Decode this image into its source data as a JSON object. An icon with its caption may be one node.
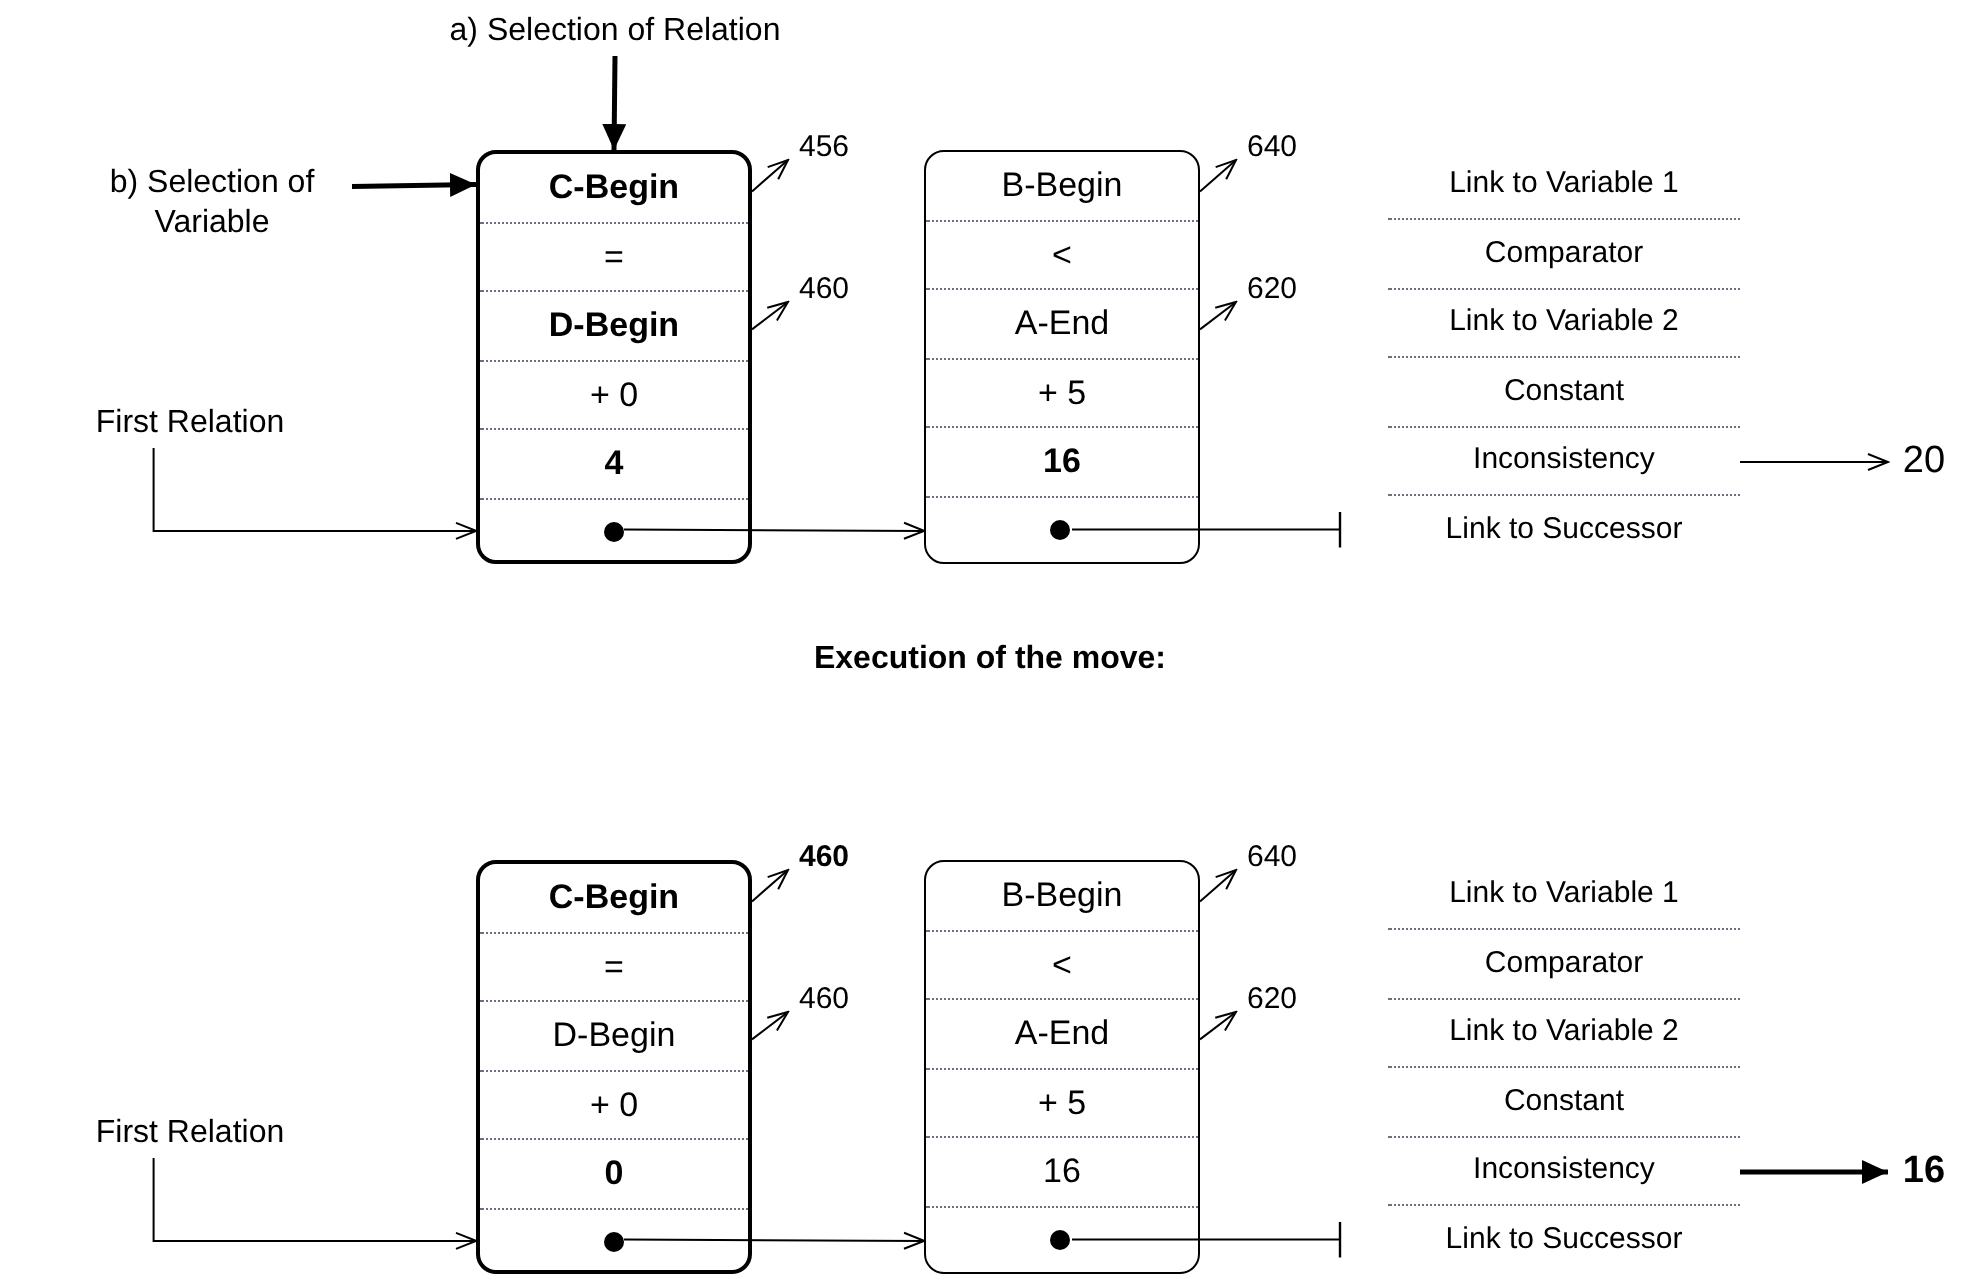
{
  "diagram": {
    "nodes": [
      {
        "text": [
          "a) Selection of Relation"
        ]
      },
      {
        "text": [
          "b) Selection of Variable"
        ]
      },
      {
        "text": [
          "First Relation"
        ]
      },
      {
        "text": [],
        "shape": "box"
      },
      {
        "text": [
          "**C-Begin**"
        ],
        "in": 3
      },
      {
        "text": [
          "="
        ],
        "in": 3
      },
      {
        "text": [
          "**D-Begin**"
        ],
        "in": 3
      },
      {
        "text": [
          "+ 0"
        ],
        "in": 3
      },
      {
        "text": [
          "**4**"
        ],
        "in": 3
      },
      {
        "text": [],
        "shape": "circle",
        "in": 3
      },
      {
        "text": [
          "456"
        ]
      },
      {
        "text": [
          "460"
        ]
      },
      {
        "text": [],
        "shape": "box"
      },
      {
        "text": [
          "B-Begin"
        ],
        "in": 12
      },
      {
        "text": [
          "<"
        ],
        "in": 12
      },
      {
        "text": [
          "A-End"
        ],
        "in": 12
      },
      {
        "text": [
          "+ 5"
        ],
        "in": 12
      },
      {
        "text": [
          "**16**"
        ],
        "in": 12
      },
      {
        "text": [],
        "shape": "circle",
        "in": 12
      },
      {
        "text": [
          "640"
        ]
      },
      {
        "text": [
          "620"
        ]
      },
      {
        "text": [
          "Link to Variable 1"
        ]
      },
      {
        "text": [
          "Comparator"
        ]
      },
      {
        "text": [
          "Link to Variable 2"
        ]
      },
      {
        "text": [
          "Constant"
        ]
      },
      {
        "text": [
          "Inconsistency"
        ]
      },
      {
        "text": [
          "20"
        ]
      },
      {
        "text": [
          "Link to Successor"
        ]
      },
      {
        "text": [
          "First Relation"
        ]
      },
      {
        "text": [],
        "shape": "box"
      },
      {
        "text": [
          "**C-Begin**"
        ],
        "in": 29
      },
      {
        "text": [
          "="
        ],
        "in": 29
      },
      {
        "text": [
          "D-Begin"
        ],
        "in": 29
      },
      {
        "text": [
          "+ 0"
        ],
        "in": 29
      },
      {
        "text": [
          "**0**"
        ],
        "in": 29
      },
      {
        "text": [],
        "shape": "circle",
        "in": 29
      },
      {
        "text": [
          "**460**"
        ]
      },
      {
        "text": [
          "460"
        ]
      },
      {
        "text": [],
        "shape": "box"
      },
      {
        "text": [
          "B-Begin"
        ],
        "in": 38
      },
      {
        "text": [
          "<"
        ],
        "in": 38
      },
      {
        "text": [
          "A-End"
        ],
        "in": 38
      },
      {
        "text": [
          "+ 5"
        ],
        "in": 38
      },
      {
        "text": [
          "16"
        ],
        "in": 38
      },
      {
        "text": [],
        "shape": "circle",
        "in": 38
      },
      {
        "text": [
          "640"
        ]
      },
      {
        "text": [
          "620"
        ]
      },
      {
        "text": [
          "Link to Variable 1"
        ]
      },
      {
        "text": [
          "Comparator"
        ]
      },
      {
        "text": [
          "Link to Variable 2"
        ]
      },
      {
        "text": [
          "Constant"
        ]
      },
      {
        "text": [
          "Inconsistency"
        ]
      },
      {
        "text": [
          "**16**"
        ]
      },
      {
        "text": [
          "Link to Successor"
        ]
      }
    ],
    "edges": [
      {
        "from": 0,
        "to": 3,
        "arrow": "to",
        "style": "thick"
      },
      {
        "from": 1,
        "to": 4,
        "arrow": "to",
        "style": "thick"
      },
      {
        "from": 2,
        "to": 3,
        "arrow": "to"
      },
      {
        "from": 4,
        "to": 10,
        "arrow": "to"
      },
      {
        "from": 6,
        "to": 11,
        "arrow": "to"
      },
      {
        "from": 9,
        "to": 12,
        "arrow": "to"
      },
      {
        "from": 13,
        "to": 19,
        "arrow": "to"
      },
      {
        "from": 15,
        "to": 20,
        "arrow": "to"
      },
      {
        "from": 18,
        "to": null,
        "arrow": "other"
      },
      {
        "from": 25,
        "to": 26,
        "arrow": "to"
      },
      {
        "from": 28,
        "to": 29,
        "arrow": "to"
      },
      {
        "from": 30,
        "to": 36,
        "arrow": "to"
      },
      {
        "from": 32,
        "to": 37,
        "arrow": "to"
      },
      {
        "from": 35,
        "to": 38,
        "arrow": "to"
      },
      {
        "from": 39,
        "to": 45,
        "arrow": "to"
      },
      {
        "from": 41,
        "to": 46,
        "arrow": "to"
      },
      {
        "from": 44,
        "to": null,
        "arrow": "other"
      },
      {
        "from": 51,
        "to": 52,
        "arrow": "to",
        "style": "thick"
      }
    ],
    "labels": [
      "Execution of the move:"
    ]
  }
}
